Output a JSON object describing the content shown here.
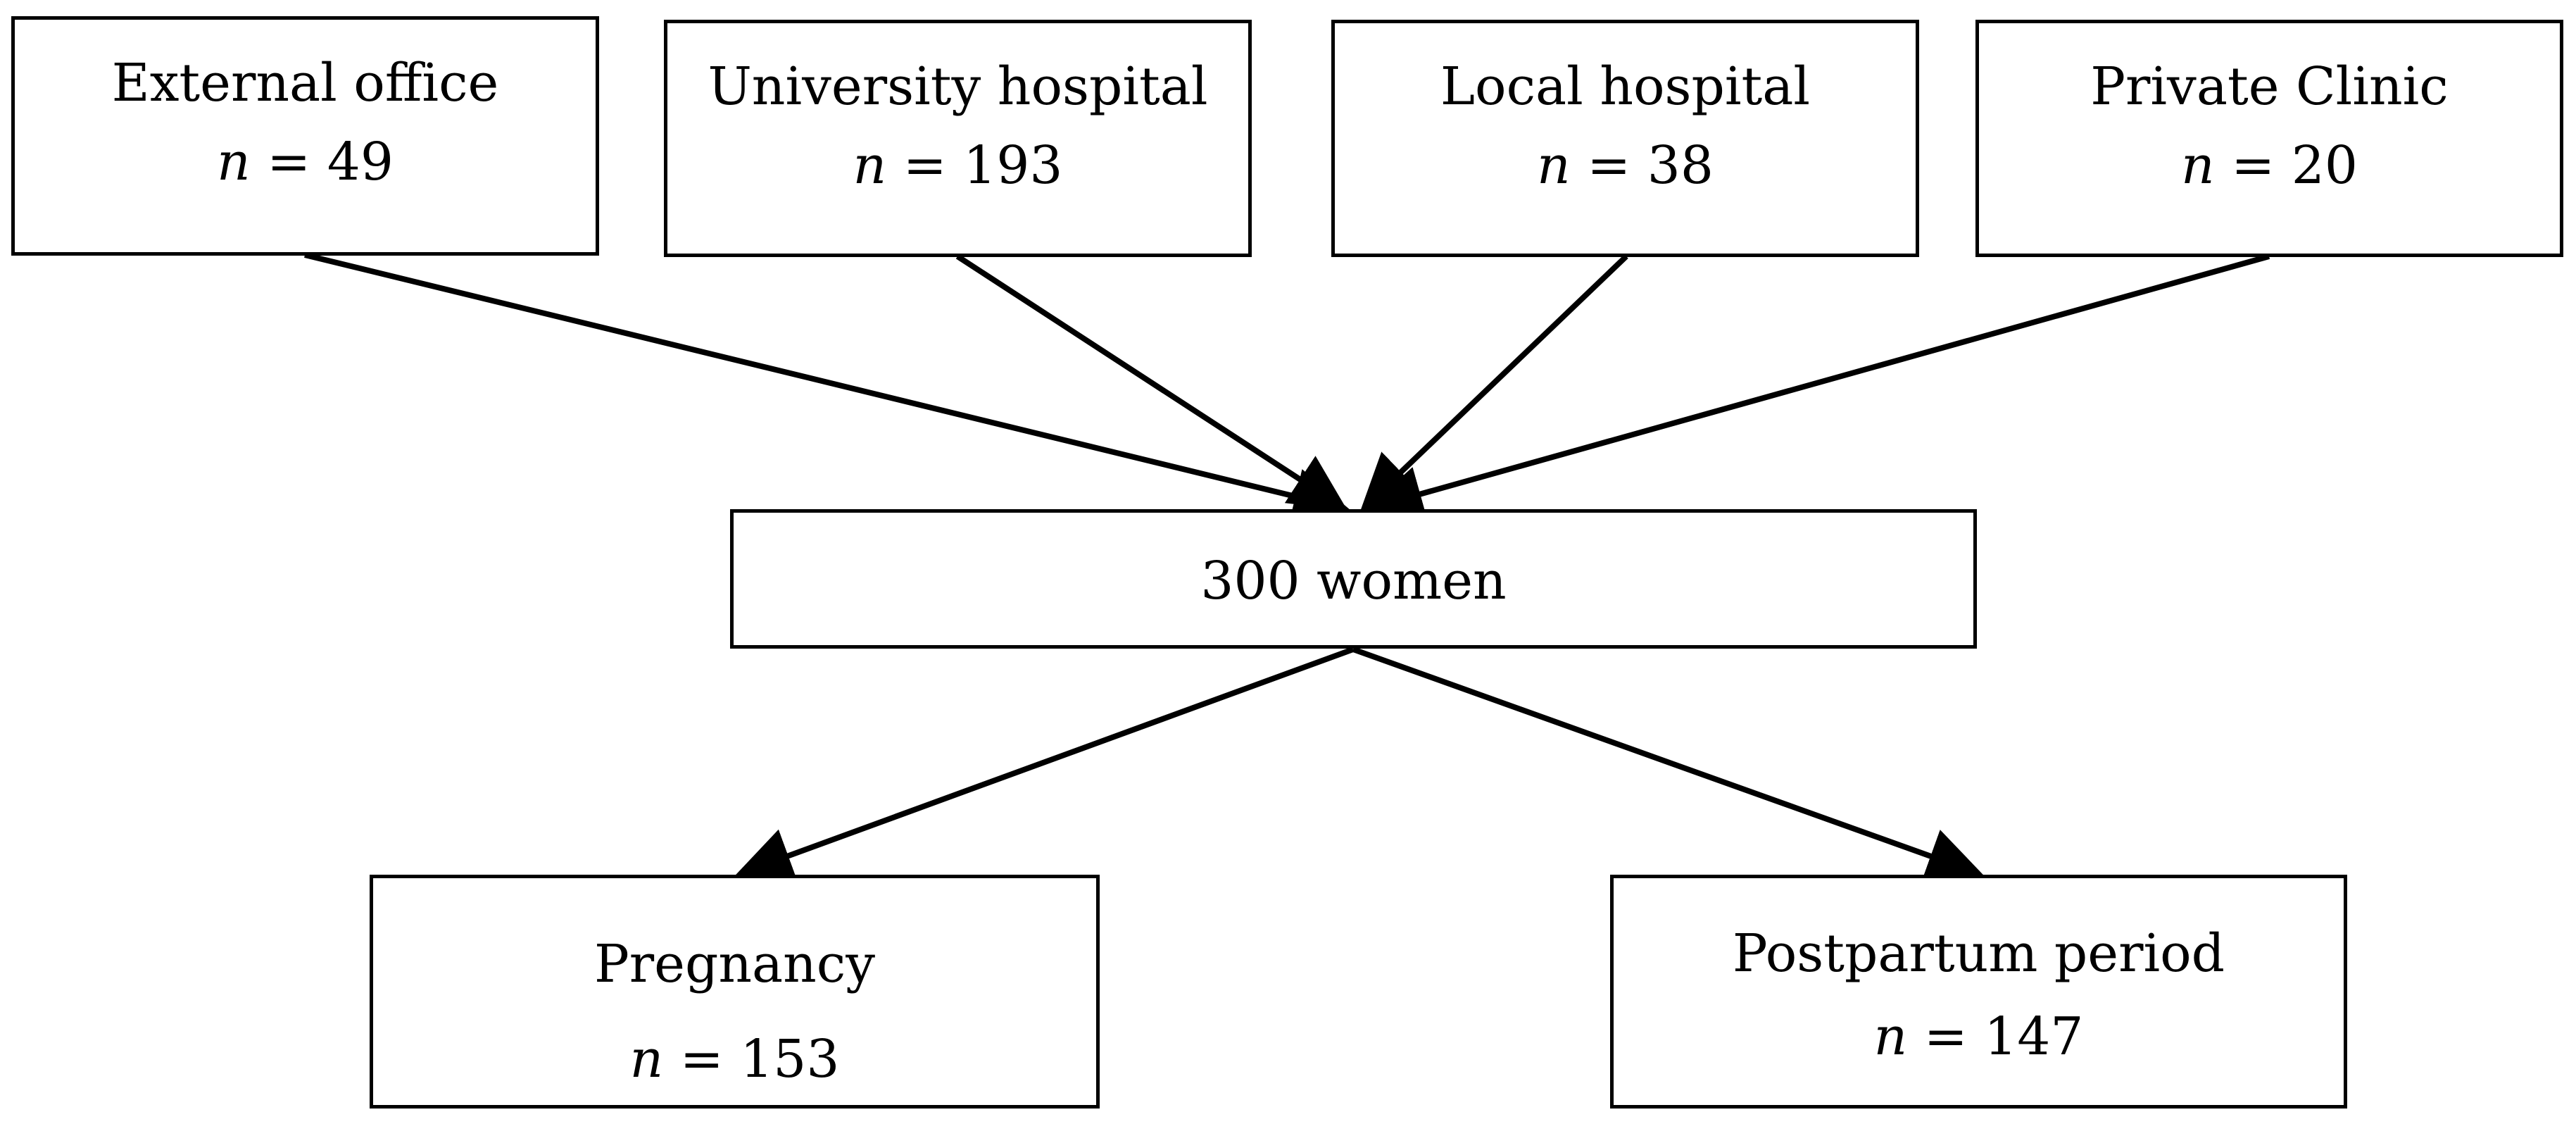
{
  "sources": [
    {
      "label": "External office",
      "n_symbol": "n",
      "n_value": "= 49"
    },
    {
      "label": "University hospital",
      "n_symbol": "n",
      "n_value": "= 193"
    },
    {
      "label": "Local hospital",
      "n_symbol": "n",
      "n_value": "= 38"
    },
    {
      "label": "Private Clinic",
      "n_symbol": "n",
      "n_value": "= 20"
    }
  ],
  "center": {
    "label": "300 women"
  },
  "outcomes": [
    {
      "label": "Pregnancy",
      "n_symbol": "n",
      "n_value": "= 153"
    },
    {
      "label": "Postpartum period",
      "n_symbol": "n",
      "n_value": "= 147"
    }
  ],
  "colors": {
    "line": "#000000",
    "box_border": "#000000",
    "background": "#ffffff"
  }
}
